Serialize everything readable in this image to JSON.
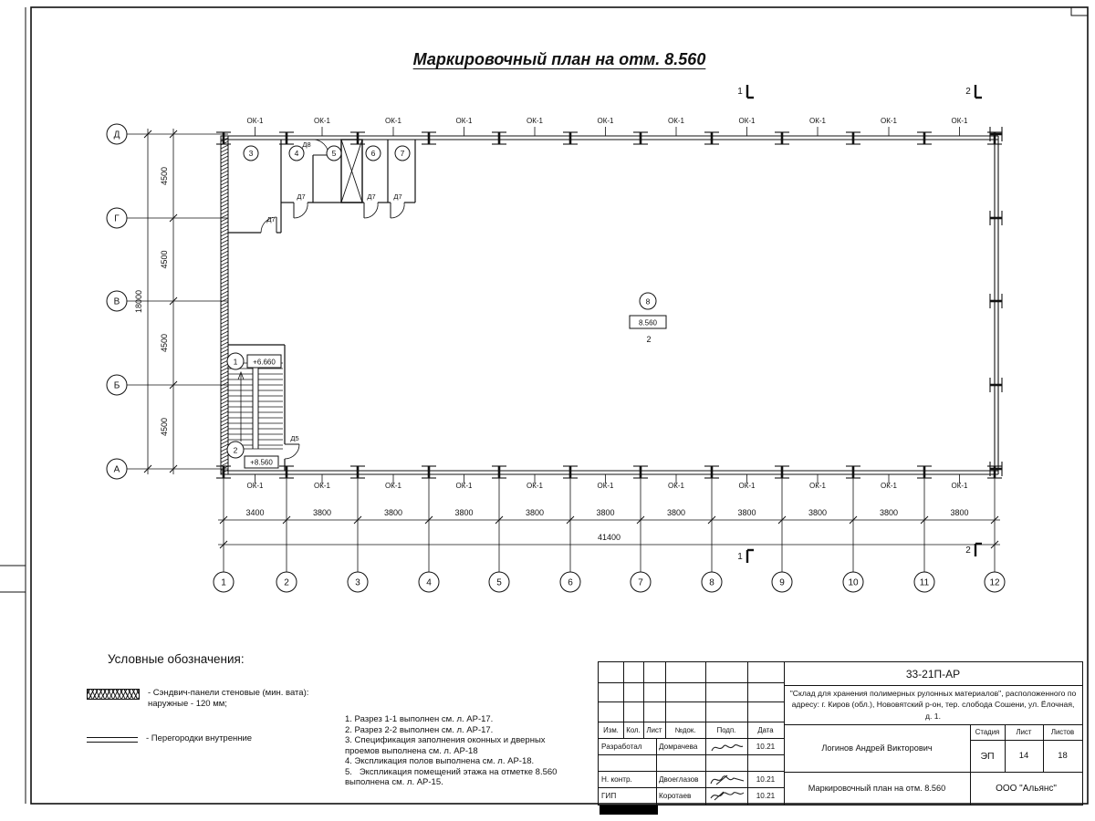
{
  "title": "Маркировочный план на отм. 8.560",
  "plan": {
    "window_mark": "ОК-1",
    "vertical_axes": [
      "Д",
      "Г",
      "В",
      "Б",
      "А"
    ],
    "horizontal_axes": [
      "1",
      "2",
      "3",
      "4",
      "5",
      "6",
      "7",
      "8",
      "9",
      "10",
      "11",
      "12"
    ],
    "vertical_dims": [
      "4500",
      "4500",
      "4500",
      "4500"
    ],
    "vertical_total": "18000",
    "horizontal_dims": [
      "3400",
      "3800",
      "3800",
      "3800",
      "3800",
      "3800",
      "3800",
      "3800",
      "3800",
      "3800",
      "3800"
    ],
    "horizontal_total": "41400",
    "rooms": {
      "top": [
        "3",
        "4",
        "5",
        "6",
        "7"
      ],
      "stair_upper": {
        "number": "1",
        "elevation": "+6.660"
      },
      "stair_lower": {
        "number": "2",
        "elevation": "+8.560"
      },
      "hall": {
        "number": "8",
        "elevation": "8.560",
        "zone": "2"
      }
    },
    "doors": {
      "d5": "Д5",
      "d7": "Д7",
      "d8": "Д8"
    },
    "sections": {
      "s1": "1",
      "s2": "2"
    }
  },
  "legend": {
    "title": "Условные обозначения:",
    "items": [
      {
        "label": "- Сэндвич-панели стеновые (мин. вата): наружные - 120 мм;"
      },
      {
        "label": "- Перегородки внутренние"
      }
    ]
  },
  "notes": [
    "1. Разрез 1-1 выполнен см. л. АР-17.",
    "2. Разрез 2-2 выполнен см. л. АР-17.",
    "3. Спецификация заполнения оконных и дверных проемов выполнена см. л. АР-18",
    "4. Экспликация полов выполнена см. л. АР-18.",
    "5.   Экспликация помещений этажа на отметке 8.560 выполнена см. л. АР-15."
  ],
  "title_block": {
    "doc_number": "33-21П-АР",
    "project_description": "\"Склад для хранения полимерных рулонных материалов\", расположенного по адресу: г. Киров (обл.), Нововятский р-он, тер. слобода Сошени, ул. Ёлочная, д. 1.",
    "columns": [
      "Изм.",
      "Кол.",
      "Лист",
      "№док.",
      "Подп.",
      "Дата"
    ],
    "rows": [
      {
        "role": "Разработал",
        "name": "Домрачева",
        "date": "10.21"
      },
      {
        "role": "Н. контр.",
        "name": "Двоеглазов",
        "date": "10.21"
      },
      {
        "role": "ГИП",
        "name": "Коротаев",
        "date": "10.21"
      }
    ],
    "chief_name": "Логинов Андрей Викторович",
    "stage_label": "Стадия",
    "sheet_label": "Лист",
    "sheets_label": "Листов",
    "stage": "ЭП",
    "sheet": "14",
    "sheets": "18",
    "drawing_title": "Маркировочный план на отм. 8.560",
    "company": "ООО \"Альянс\""
  }
}
